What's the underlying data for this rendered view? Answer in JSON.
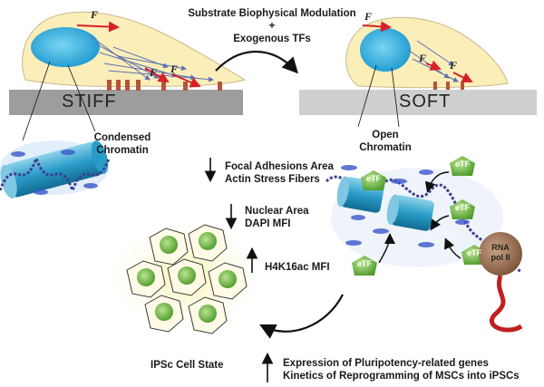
{
  "top": {
    "line1": "Substrate Biophysical Modulation",
    "plus": "+",
    "line2": "Exogenous TFs"
  },
  "force_symbol": "F",
  "stiff": {
    "substrate_label": "STIFF",
    "chromatin_label_1": "Condensed",
    "chromatin_label_2": "Chromatin"
  },
  "soft": {
    "substrate_label": "SOFT",
    "chromatin_label_1": "Open",
    "chromatin_label_2": "Chromatin"
  },
  "effects": {
    "focal_1": "Focal Adhesions Area",
    "focal_2": "Actin Stress Fibers",
    "nuclear_1": "Nuclear Area",
    "nuclear_2": "DAPI MFI",
    "h4": "H4K16ac MFI"
  },
  "etf_label": "eTF",
  "rna_pol": {
    "line1": "RNA",
    "line2": "pol II"
  },
  "ipsc_label": "IPSc Cell State",
  "bottom": {
    "line1": "Expression of Pluripotency-related genes",
    "line2": "Kinetics of Reprogramming of MSCs into iPSCs"
  },
  "colors": {
    "cell_fill": "#fbeeb9",
    "nucleus": "#35b6e3",
    "substrate_stiff": "#9d9d9d",
    "substrate_soft": "#cfcfcf",
    "green_tf": "#7cc04a",
    "ipsc_nucleus": "#7dc24f",
    "force_arrow": "#d8202a",
    "rna_pol": "#a0785a"
  }
}
